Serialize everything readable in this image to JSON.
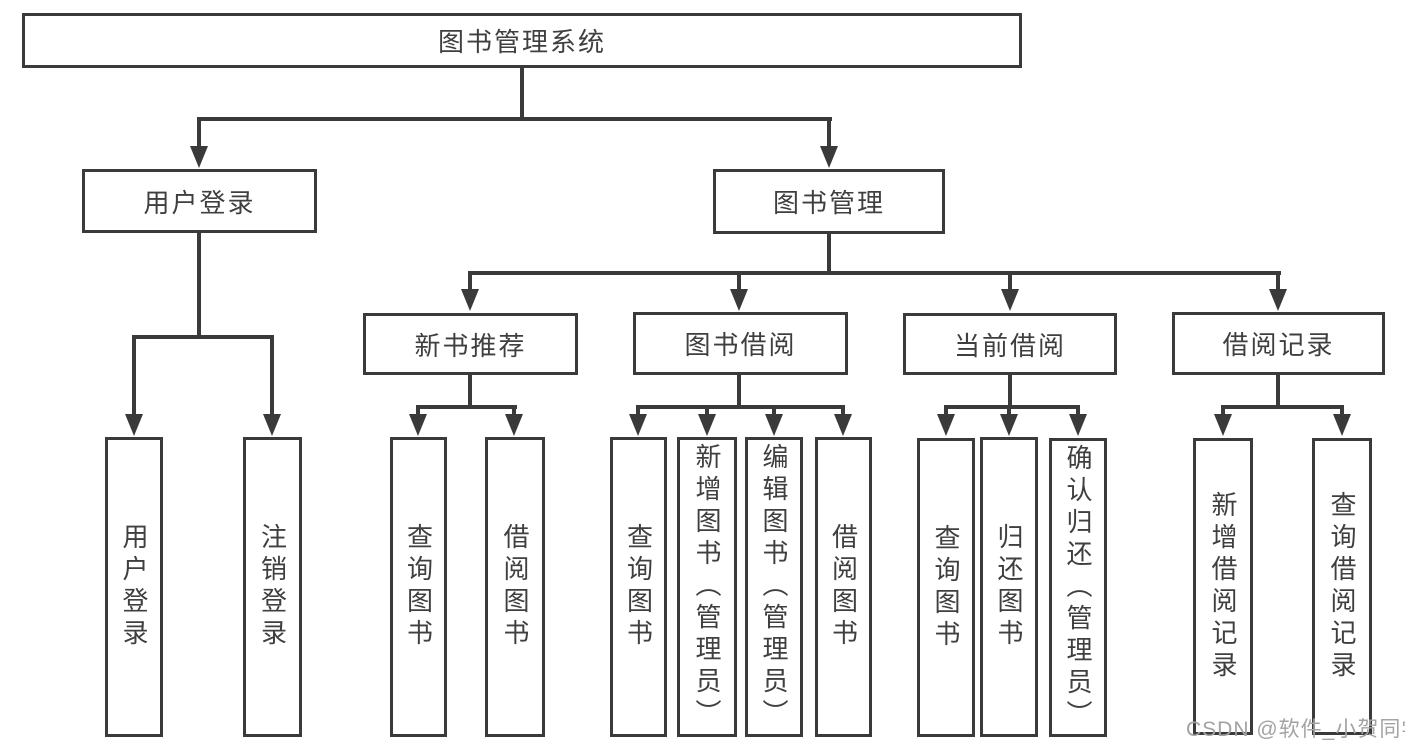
{
  "tree": {
    "root": {
      "label": "图书管理系统"
    },
    "branches": [
      {
        "label": "用户登录",
        "leaves": [
          {
            "label": "用户登录"
          },
          {
            "label": "注销登录"
          }
        ]
      },
      {
        "label": "图书管理",
        "sections": [
          {
            "label": "新书推荐",
            "leaves": [
              {
                "label": "查询图书"
              },
              {
                "label": "借阅图书"
              }
            ]
          },
          {
            "label": "图书借阅",
            "leaves": [
              {
                "label": "查询图书"
              },
              {
                "label": "新增图书（管理员）"
              },
              {
                "label": "编辑图书（管理员）"
              },
              {
                "label": "借阅图书"
              }
            ]
          },
          {
            "label": "当前借阅",
            "leaves": [
              {
                "label": "查询图书"
              },
              {
                "label": "归还图书"
              },
              {
                "label": "确认归还（管理员）"
              }
            ]
          },
          {
            "label": "借阅记录",
            "leaves": [
              {
                "label": "新增借阅记录"
              },
              {
                "label": "查询借阅记录"
              }
            ]
          }
        ]
      }
    ]
  },
  "watermark": {
    "text": "CSDN @软件_小贺同学"
  },
  "colors": {
    "line": "#3a3a3a",
    "text": "#3f3f3f",
    "watermark": "#a3a3a3",
    "background": "#ffffff"
  }
}
